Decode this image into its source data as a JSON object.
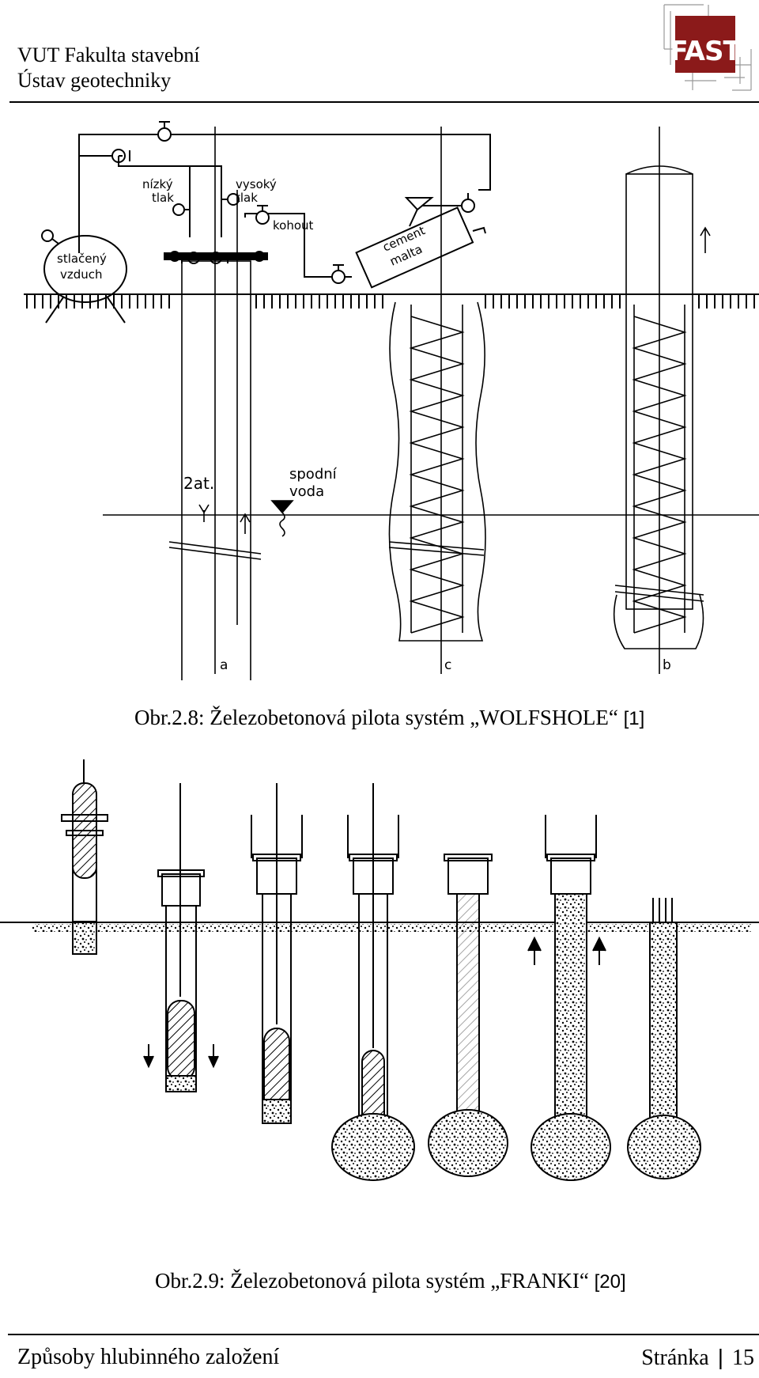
{
  "header": {
    "line1": "VUT Fakulta stavební",
    "line2": "Ústav geotechniky",
    "logo_text": "FAST",
    "logo_color": "#8b1a1a"
  },
  "figure1": {
    "labels": {
      "compressed_air": [
        "stlačený",
        "vzduch"
      ],
      "low_pressure": [
        "nízký",
        "tlak"
      ],
      "high_pressure": [
        "vysoký",
        "tlak"
      ],
      "valve": "kohout",
      "mortar": [
        "cement",
        "malta"
      ],
      "groundwater": [
        "spodní",
        "voda"
      ],
      "pressure": "2at.",
      "pile_a": "a",
      "pile_c": "c",
      "pile_b": "b"
    },
    "caption": "Obr.2.8: Železobetonová pilota systém „WOLFSHOLE“",
    "caption_ref": "[1]"
  },
  "figure2": {
    "caption": "Obr.2.9: Železobetonová pilota systém „FRANKI“",
    "caption_ref": "[20]"
  },
  "footer": {
    "title": "Způsoby hlubinného založení",
    "page_label": "Stránka",
    "page_number": "15"
  }
}
